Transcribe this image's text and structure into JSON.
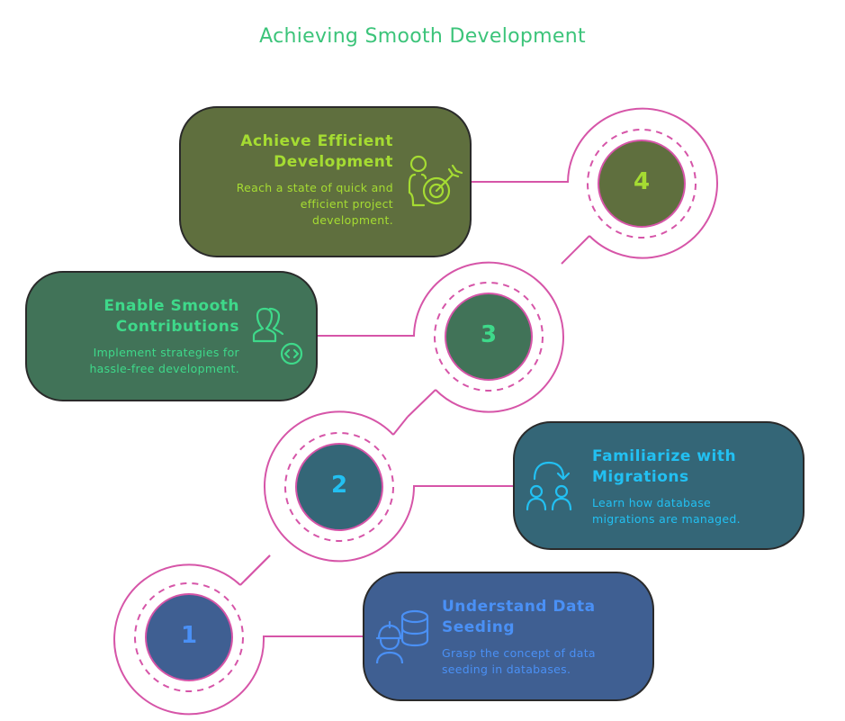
{
  "title": "Achieving Smooth Development",
  "colors": {
    "accent_line": "#d655a8",
    "border": "#2a2a2a",
    "title": "#3cc47a"
  },
  "steps": [
    {
      "number": "1",
      "heading": "Understand Data Seeding",
      "description": "Grasp the concept of data seeding in databases.",
      "icon": "engineer-database-icon",
      "fill": "#3f5f92",
      "text_color": "#4a90f5"
    },
    {
      "number": "2",
      "heading": "Familiarize with Migrations",
      "description": "Learn how database migrations are managed.",
      "icon": "user-transfer-icon",
      "fill": "#346677",
      "text_color": "#22c0f2"
    },
    {
      "number": "3",
      "heading": "Enable Smooth Contributions",
      "description": "Implement strategies for hassle-free development.",
      "icon": "users-code-icon",
      "fill": "#417358",
      "text_color": "#3ed98a"
    },
    {
      "number": "4",
      "heading": "Achieve Efficient Development",
      "description": "Reach a state of quick and efficient project development.",
      "icon": "person-target-icon",
      "fill": "#5f6f3e",
      "text_color": "#a5dc32"
    }
  ]
}
